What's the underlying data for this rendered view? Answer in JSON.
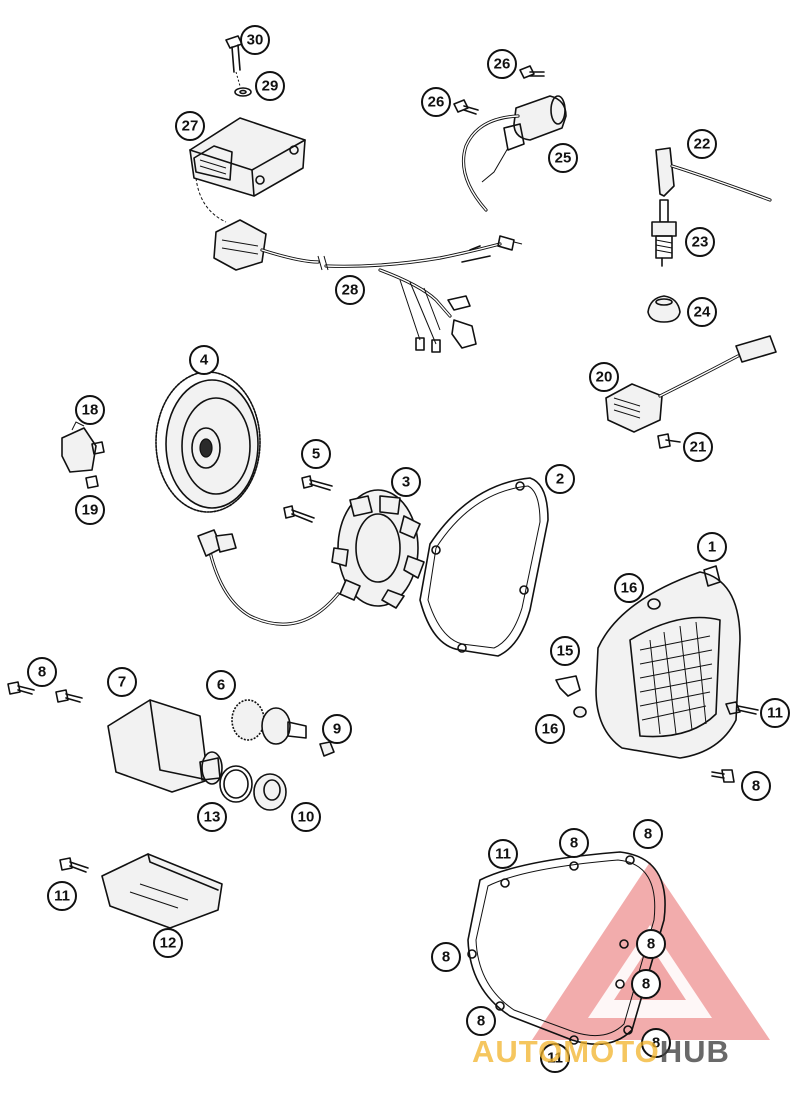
{
  "diagram": {
    "callouts": [
      {
        "id": "c-30",
        "label": "30"
      },
      {
        "id": "c-29",
        "label": "29"
      },
      {
        "id": "c-27",
        "label": "27"
      },
      {
        "id": "c-26a",
        "label": "26"
      },
      {
        "id": "c-26b",
        "label": "26"
      },
      {
        "id": "c-25",
        "label": "25"
      },
      {
        "id": "c-22",
        "label": "22"
      },
      {
        "id": "c-23",
        "label": "23"
      },
      {
        "id": "c-24",
        "label": "24"
      },
      {
        "id": "c-28",
        "label": "28"
      },
      {
        "id": "c-20",
        "label": "20"
      },
      {
        "id": "c-21",
        "label": "21"
      },
      {
        "id": "c-4",
        "label": "4"
      },
      {
        "id": "c-18",
        "label": "18"
      },
      {
        "id": "c-19",
        "label": "19"
      },
      {
        "id": "c-5",
        "label": "5"
      },
      {
        "id": "c-3",
        "label": "3"
      },
      {
        "id": "c-2",
        "label": "2"
      },
      {
        "id": "c-1",
        "label": "1"
      },
      {
        "id": "c-16a",
        "label": "16"
      },
      {
        "id": "c-15",
        "label": "15"
      },
      {
        "id": "c-16b",
        "label": "16"
      },
      {
        "id": "c-11a",
        "label": "11"
      },
      {
        "id": "c-8a",
        "label": "8"
      },
      {
        "id": "c-7",
        "label": "7"
      },
      {
        "id": "c-6",
        "label": "6"
      },
      {
        "id": "c-9",
        "label": "9"
      },
      {
        "id": "c-13",
        "label": "13"
      },
      {
        "id": "c-10",
        "label": "10"
      },
      {
        "id": "c-8b",
        "label": "8"
      },
      {
        "id": "c-11b",
        "label": "11"
      },
      {
        "id": "c-12",
        "label": "12"
      },
      {
        "id": "c-11c",
        "label": "11"
      },
      {
        "id": "c-8c",
        "label": "8"
      },
      {
        "id": "c-8d",
        "label": "8"
      },
      {
        "id": "c-8e",
        "label": "8"
      },
      {
        "id": "c-8f",
        "label": "8"
      },
      {
        "id": "c-8g",
        "label": "8"
      },
      {
        "id": "c-8h",
        "label": "8"
      },
      {
        "id": "c-8i",
        "label": "8"
      },
      {
        "id": "c-11d",
        "label": "11"
      }
    ]
  },
  "watermark": {
    "part1": "AUTO",
    "part2": "MOTO",
    "part3": "HUB",
    "color_primary": "#e03a3a",
    "color_secondary": "#f2b32a",
    "color_dark": "#444444"
  }
}
